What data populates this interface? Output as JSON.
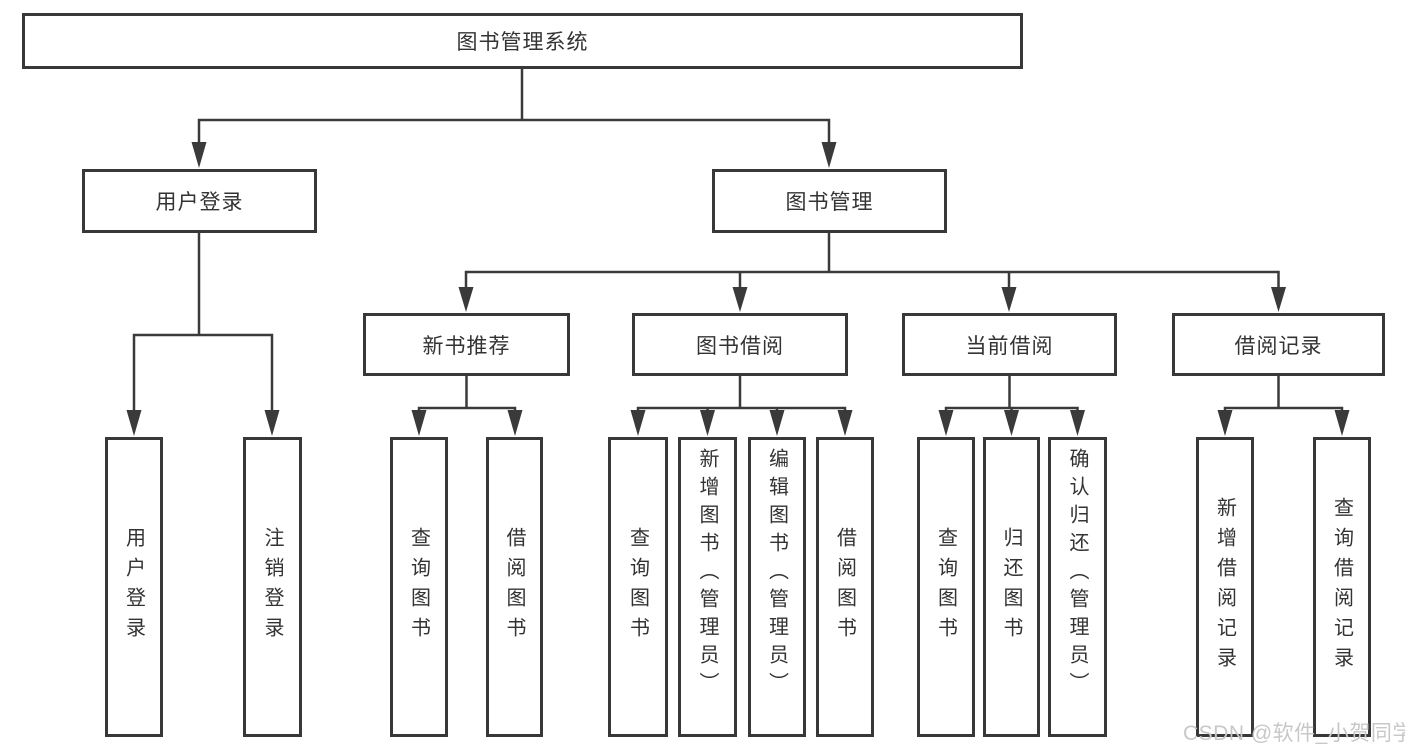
{
  "diagram_title": "图书管理系统",
  "tree": {
    "root": {
      "label": "图书管理系统",
      "children": [
        {
          "label": "用户登录",
          "children": [
            {
              "label": "用户登录"
            },
            {
              "label": "注销登录"
            }
          ]
        },
        {
          "label": "图书管理",
          "children": [
            {
              "label": "新书推荐",
              "children": [
                {
                  "label": "查询图书"
                },
                {
                  "label": "借阅图书"
                }
              ]
            },
            {
              "label": "图书借阅",
              "children": [
                {
                  "label": "查询图书"
                },
                {
                  "label": "新增图书（管理员）"
                },
                {
                  "label": "编辑图书（管理员）"
                },
                {
                  "label": "借阅图书"
                }
              ]
            },
            {
              "label": "当前借阅",
              "children": [
                {
                  "label": "查询图书"
                },
                {
                  "label": "归还图书"
                },
                {
                  "label": "确认归还（管理员）"
                }
              ]
            },
            {
              "label": "借阅记录",
              "children": [
                {
                  "label": "新增借阅记录"
                },
                {
                  "label": "查询借阅记录"
                }
              ]
            }
          ]
        }
      ]
    }
  },
  "watermark": "CSDN @软件_小贺同学",
  "colors": {
    "line": "#3a3a3a",
    "box_border": "#383838",
    "text": "#333333",
    "background": "#ffffff",
    "watermark_text": "#c8c8c8"
  }
}
